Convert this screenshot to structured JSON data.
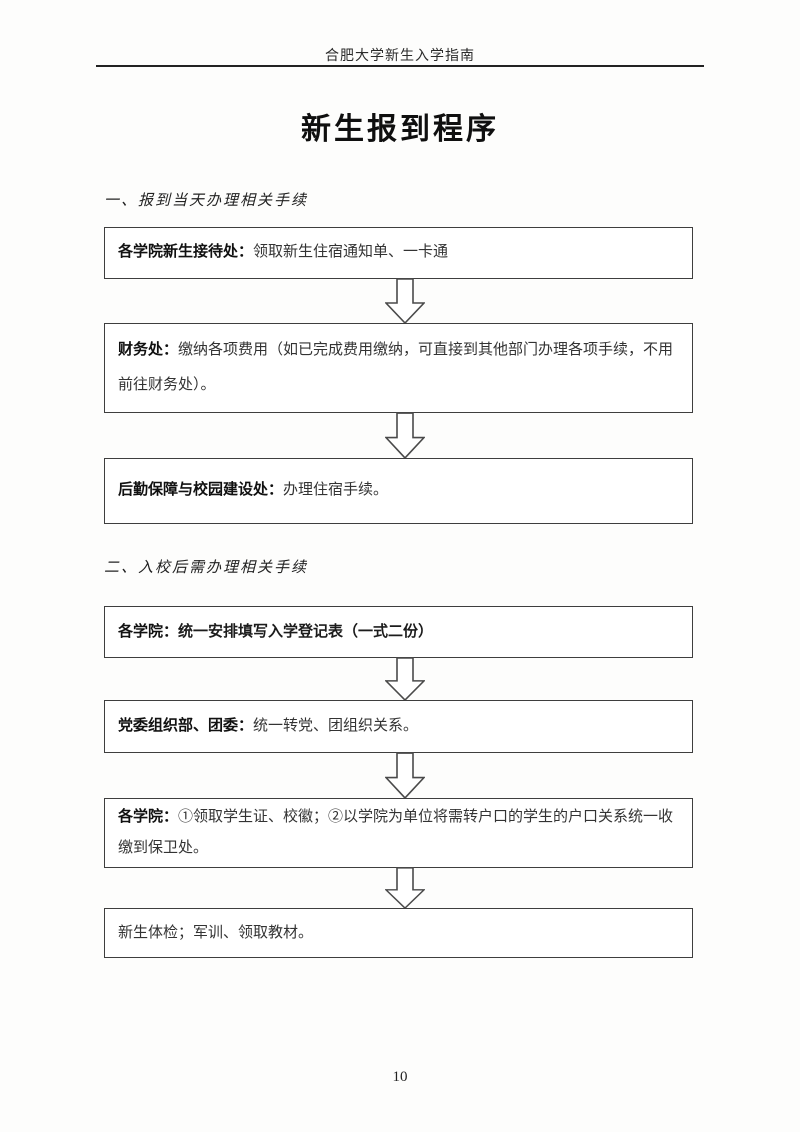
{
  "doc": {
    "header": "合肥大学新生入学指南",
    "title": "新生报到程序",
    "page_number": "10"
  },
  "colors": {
    "box_border": "#3e3e3e",
    "arrow_outline": "#4a4a4a",
    "rule": "#222222"
  },
  "icons": {
    "flow_connector": "arrow-down-icon"
  },
  "sections": [
    {
      "heading": "一、报到当天办理相关手续",
      "steps": [
        {
          "label": "各学院新生接待处：",
          "text": "领取新生住宿通知单、一卡通"
        },
        {
          "label": "财务处：",
          "text": "缴纳各项费用（如已完成费用缴纳，可直接到其他部门办理各项手续，不用前往财务处）。"
        },
        {
          "label": "后勤保障与校园建设处：",
          "text": "办理住宿手续。"
        }
      ]
    },
    {
      "heading": "二、入校后需办理相关手续",
      "steps": [
        {
          "label": "各学院：",
          "text": "统一安排填写入学登记表（一式二份）"
        },
        {
          "label": "党委组织部、团委：",
          "text": "统一转党、团组织关系。"
        },
        {
          "label": "各学院：",
          "text": "①领取学生证、校徽；②以学院为单位将需转户口的学生的户口关系统一收缴到保卫处。"
        },
        {
          "label": "",
          "text": "新生体检；军训、领取教材。"
        }
      ]
    }
  ]
}
